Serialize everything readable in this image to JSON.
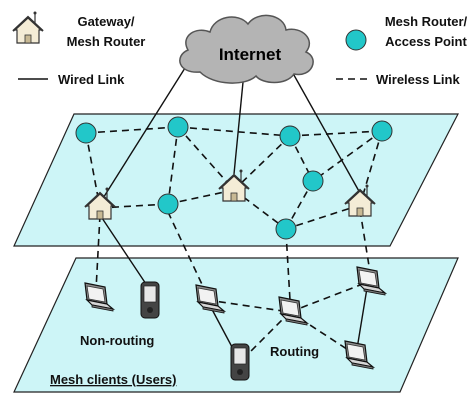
{
  "legend": {
    "gateway_line1": "Gateway/",
    "gateway_line2": "Mesh Router",
    "mesh_router_line1": "Mesh Router/",
    "mesh_router_line2": "Access Point",
    "wired_link": "Wired Link",
    "wireless_link": "Wireless Link"
  },
  "cloud_label": "Internet",
  "client_labels": {
    "non_routing": "Non-routing",
    "routing": "Routing",
    "mesh_clients": "Mesh clients (Users)"
  },
  "colors": {
    "plane_fill": "#cdf5f7",
    "router_fill": "#22c7c9",
    "cloud_fill": "#b4b4b4",
    "house_fill": "#f4ecd6"
  },
  "icons": [
    "house-gateway-icon",
    "mesh-router-circle-icon",
    "laptop-icon",
    "pda-icon",
    "cloud-icon"
  ]
}
